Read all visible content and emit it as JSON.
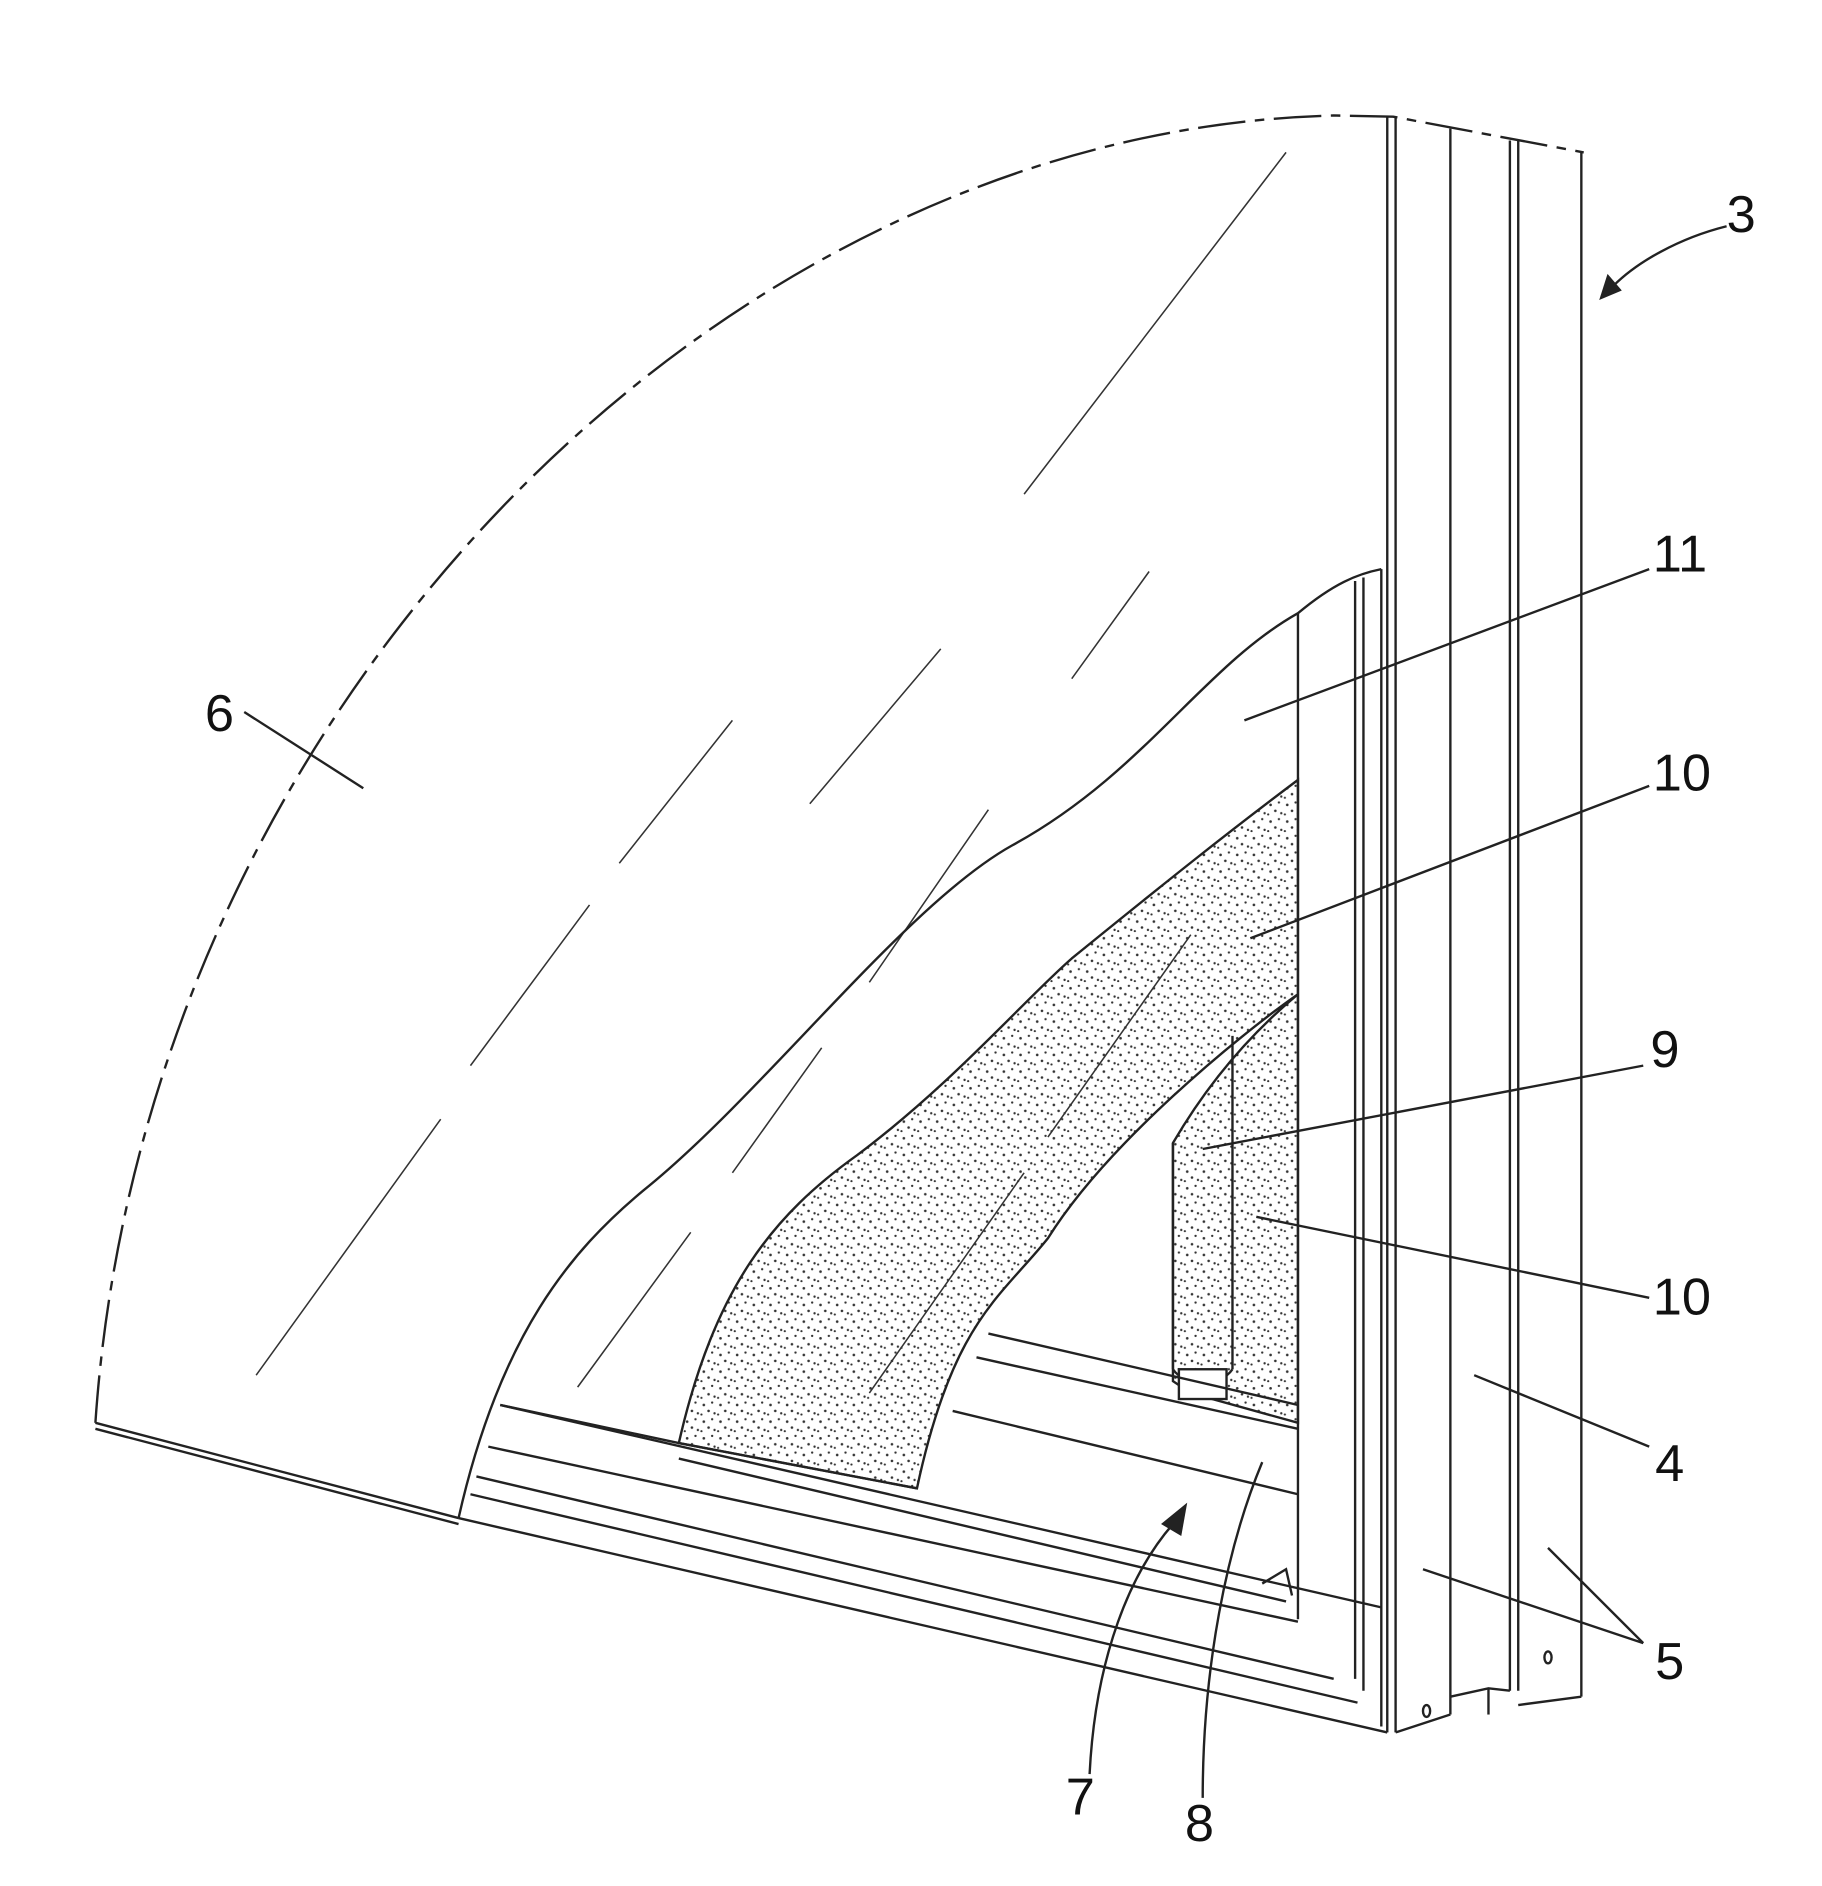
{
  "figure": {
    "labels": {
      "frame_assembly": "3",
      "frame_inner": "4",
      "frame_profile": "5",
      "glass_pane": "6",
      "blind_unit": "7",
      "bottom_rail": "8",
      "spindle": "9",
      "fabric_a": "10",
      "fabric_b": "10",
      "outer_film": "11"
    },
    "colors": {
      "ink": "#222222",
      "background": "#ffffff"
    }
  }
}
